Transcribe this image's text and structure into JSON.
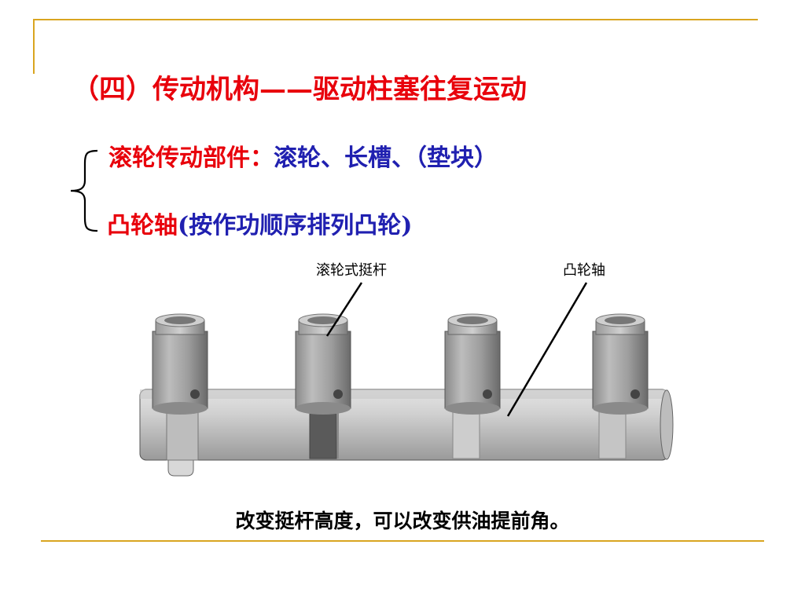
{
  "slide": {
    "title": "（四）传动机构——驱动柱塞往复运动",
    "roller_line": {
      "label": "滚轮传动部件：",
      "items": "滚轮、长槽、（垫块）"
    },
    "cam_line": {
      "label": "凸轮轴",
      "note": "(按作功顺序排列凸轮)"
    },
    "callouts": {
      "roller_tappet": "滚轮式挺杆",
      "camshaft": "凸轮轴"
    },
    "caption": "改变挺杆高度，可以改变供油提前角。"
  },
  "colors": {
    "accent_rule": "#d9a520",
    "heading_red": "#e8000b",
    "body_blue": "#2020b0"
  }
}
